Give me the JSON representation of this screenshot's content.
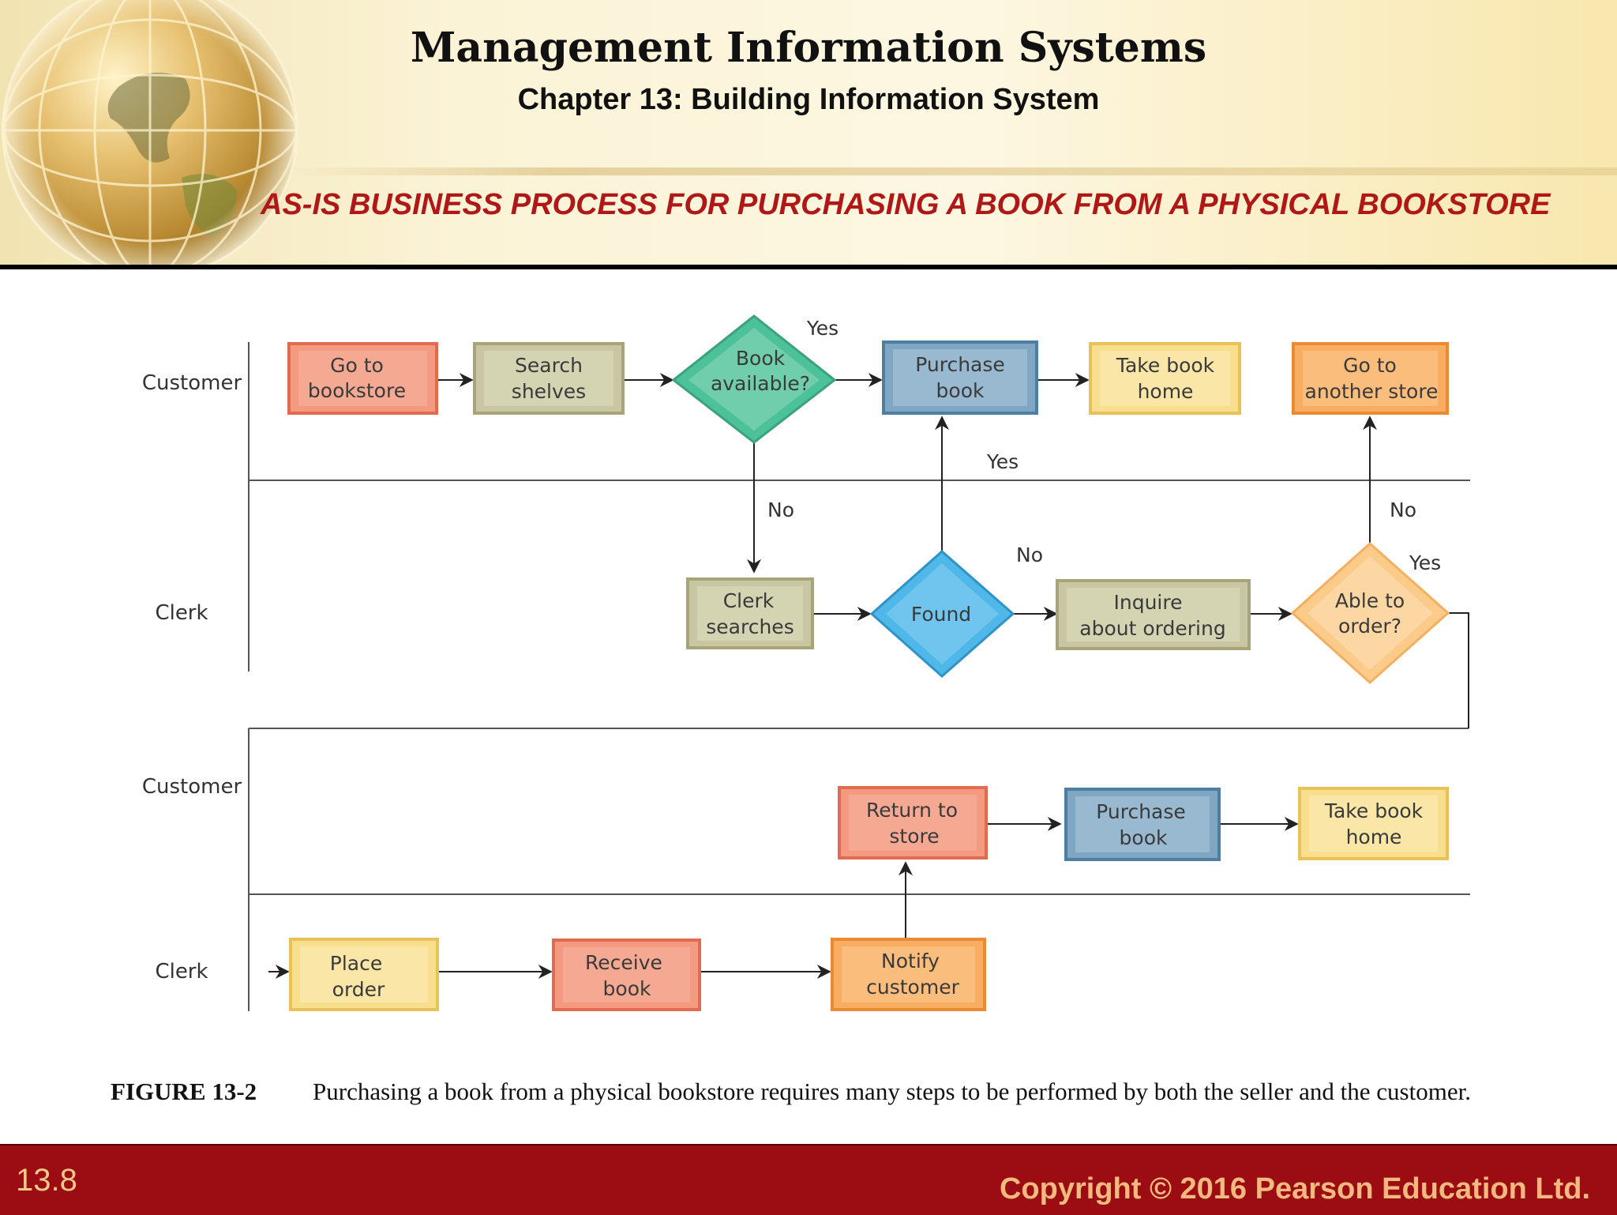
{
  "header": {
    "title": "Management Information Systems",
    "chapter": "Chapter 13: Building Information System",
    "heading": "AS-IS BUSINESS PROCESS FOR PURCHASING A BOOK FROM A PHYSICAL BOOKSTORE"
  },
  "lanes": [
    "Customer",
    "Clerk",
    "Customer",
    "Clerk"
  ],
  "nodes": {
    "go_bookstore": [
      "Go to",
      "bookstore"
    ],
    "search_shelves": [
      "Search",
      "shelves"
    ],
    "book_available": [
      "Book",
      "available?"
    ],
    "purchase_book_1": [
      "Purchase",
      "book"
    ],
    "take_home_1": [
      "Take book",
      "home"
    ],
    "another_store": [
      "Go to",
      "another store"
    ],
    "clerk_searches": [
      "Clerk",
      "searches"
    ],
    "found": [
      "Found"
    ],
    "inquire": [
      "Inquire",
      "about ordering"
    ],
    "able_to_order": [
      "Able to",
      "order?"
    ],
    "return_store": [
      "Return to",
      "store"
    ],
    "purchase_book_2": [
      "Purchase",
      "book"
    ],
    "take_home_2": [
      "Take book",
      "home"
    ],
    "place_order": [
      "Place",
      "order"
    ],
    "receive_book": [
      "Receive",
      "book"
    ],
    "notify_customer": [
      "Notify",
      "customer"
    ]
  },
  "edge_labels": {
    "available_yes": "Yes",
    "available_no": "No",
    "found_yes": "Yes",
    "found_no": "No",
    "order_no": "No",
    "order_yes": "Yes"
  },
  "colors": {
    "salmon": "#f08a6e",
    "olive": "#c9c7a3",
    "green": "#4cc19a",
    "blue": "#7fa7c4",
    "yellow": "#f8df8e",
    "orange": "#f9ad61",
    "cyan": "#4fb8e8",
    "peach": "#fbcb8a"
  },
  "caption": {
    "label": "FIGURE 13-2",
    "text": "Purchasing a book from a physical bookstore requires many steps to be performed by both the seller and the customer."
  },
  "footer": {
    "slide_number": "13.8",
    "copyright": "Copyright © 2016 Pearson Education Ltd."
  }
}
